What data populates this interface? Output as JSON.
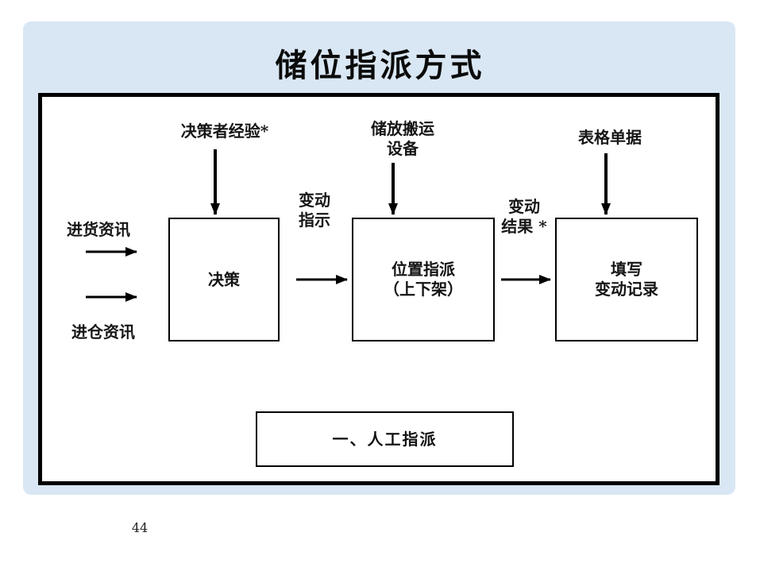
{
  "slide": {
    "title": "储位指派方式",
    "page_number": "44"
  },
  "colors": {
    "slide_background": "#d9e7f4",
    "panel_background": "#ffffff",
    "line_color": "#000000"
  },
  "diagram": {
    "top_labels": {
      "decision_maker_experience": "决策者经验*",
      "storage_handling_equipment_line1": "储放搬运",
      "storage_handling_equipment_line2": "设备",
      "form_documents": "表格单据"
    },
    "input_labels": {
      "incoming_goods_info": "进货资讯",
      "incoming_warehouse_info": "进仓资讯"
    },
    "flow_labels": {
      "change_instruction_line1": "变动",
      "change_instruction_line2": "指示",
      "change_result_line1": "变动",
      "change_result_line2": "结果 *"
    },
    "boxes": {
      "decision": "决策",
      "location_assignment_line1": "位置指派",
      "location_assignment_line2": "（上下架）",
      "fill_record_line1": "填写",
      "fill_record_line2": "变动记录"
    },
    "caption": "一、人工指派"
  }
}
